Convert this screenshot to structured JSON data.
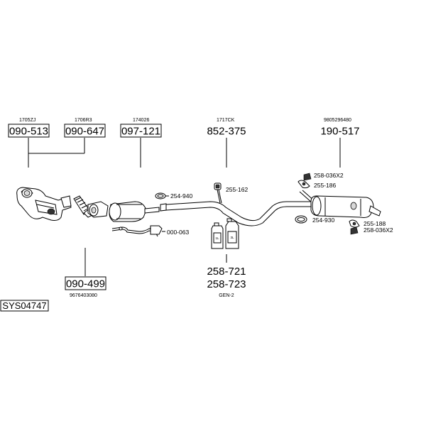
{
  "parts": {
    "cat1": {
      "number": "090-513",
      "ref": "1705ZJ"
    },
    "cat2": {
      "number": "090-647",
      "ref": "1706R3"
    },
    "front_pipe": {
      "number": "097-121",
      "ref": "174026"
    },
    "mid_pipe": {
      "number": "852-375",
      "ref": "1717CK"
    },
    "rear_silencer": {
      "number": "190-517",
      "ref": "9805296480"
    },
    "dpf": {
      "number": "090-499",
      "ref": "9676403080"
    },
    "additive_1": {
      "number": "258-721"
    },
    "additive_2": {
      "number": "258-723",
      "ref": "GEN-2"
    }
  },
  "small_parts": {
    "p254_940": "254-940",
    "p255_162": "255-162",
    "p000_063": "000-063",
    "p258_036_top": "258-036X2",
    "p255_186": "255-186",
    "p254_930": "254-930",
    "p255_188": "255-188",
    "p258_036_bottom": "258-036X2"
  },
  "system_id": "SYS04747",
  "container_labels": {
    "left": "1L",
    "right": "3L"
  }
}
